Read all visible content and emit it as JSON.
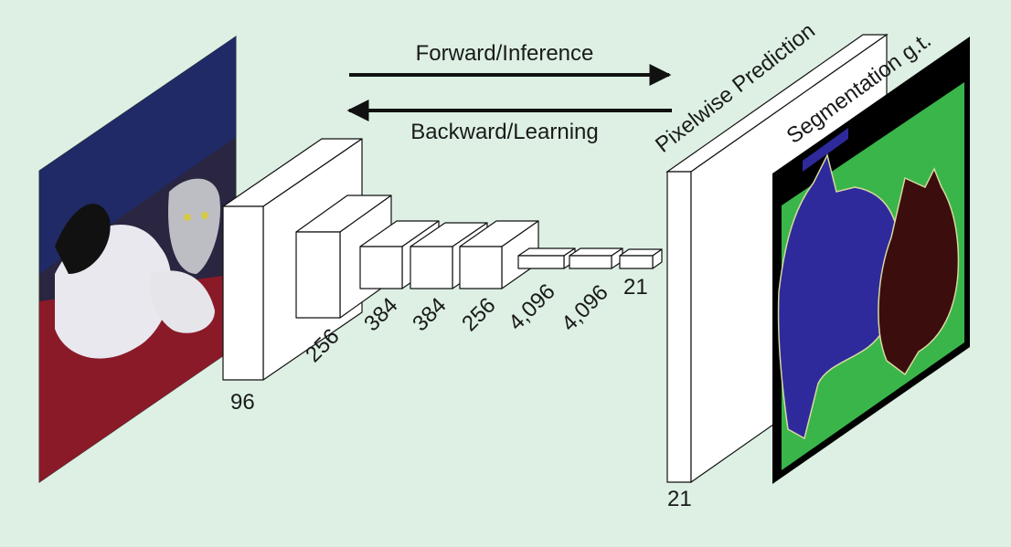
{
  "arrows": {
    "forward_label": "Forward/Inference",
    "backward_label": "Backward/Learning"
  },
  "layers": [
    {
      "label": "96"
    },
    {
      "label": "256"
    },
    {
      "label": "384"
    },
    {
      "label": "384"
    },
    {
      "label": "256"
    },
    {
      "label": "4,096"
    },
    {
      "label": "4,096"
    },
    {
      "label": "21"
    }
  ],
  "output": {
    "title": "Pixelwise Prediction",
    "depth_label": "21"
  },
  "ground_truth": {
    "title": "Segmentation g.t."
  },
  "colors": {
    "background": "#ddf0e3",
    "block_fill": "#ffffff",
    "gt_background": "#3ab54a",
    "gt_dog": "#2e2a9c",
    "gt_cat": "#3b0d0d",
    "gt_void": "#000000"
  }
}
